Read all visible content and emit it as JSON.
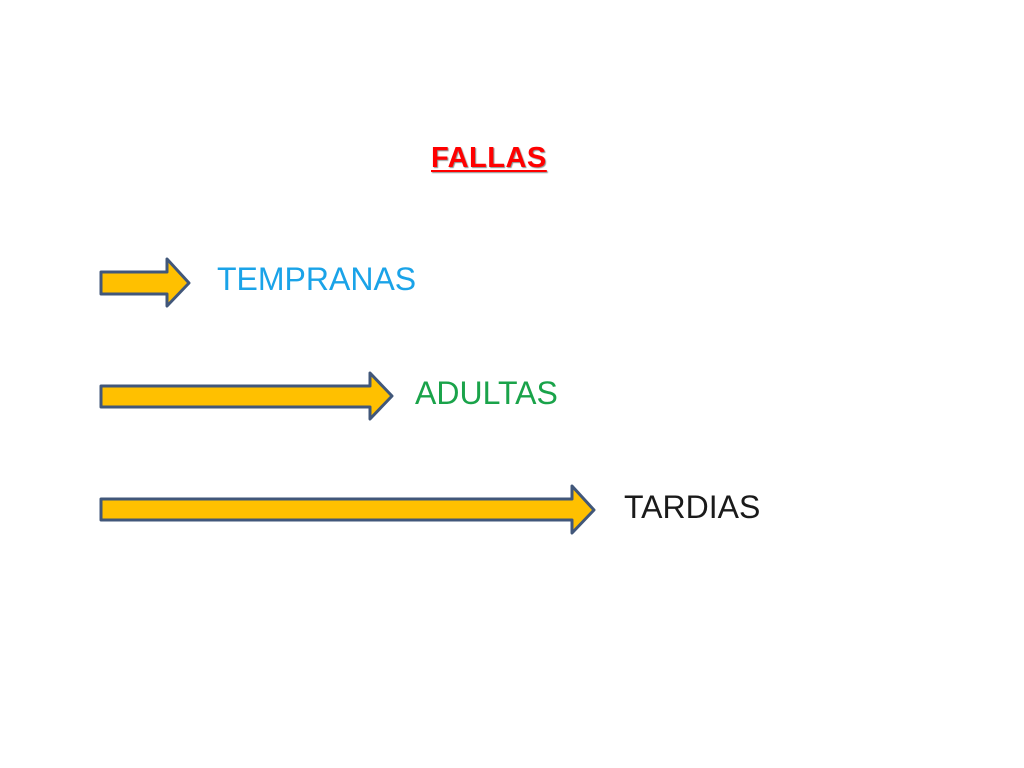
{
  "title": "FALLAS",
  "items": [
    {
      "label": "TEMPRANAS",
      "color": "#1aa3e8"
    },
    {
      "label": "ADULTAS",
      "color": "#1aa34a"
    },
    {
      "label": "TARDIAS",
      "color": "#1a1a1a"
    }
  ],
  "colors": {
    "title": "#ff0000",
    "arrow_fill": "#ffc000",
    "arrow_stroke": "#41577a"
  }
}
